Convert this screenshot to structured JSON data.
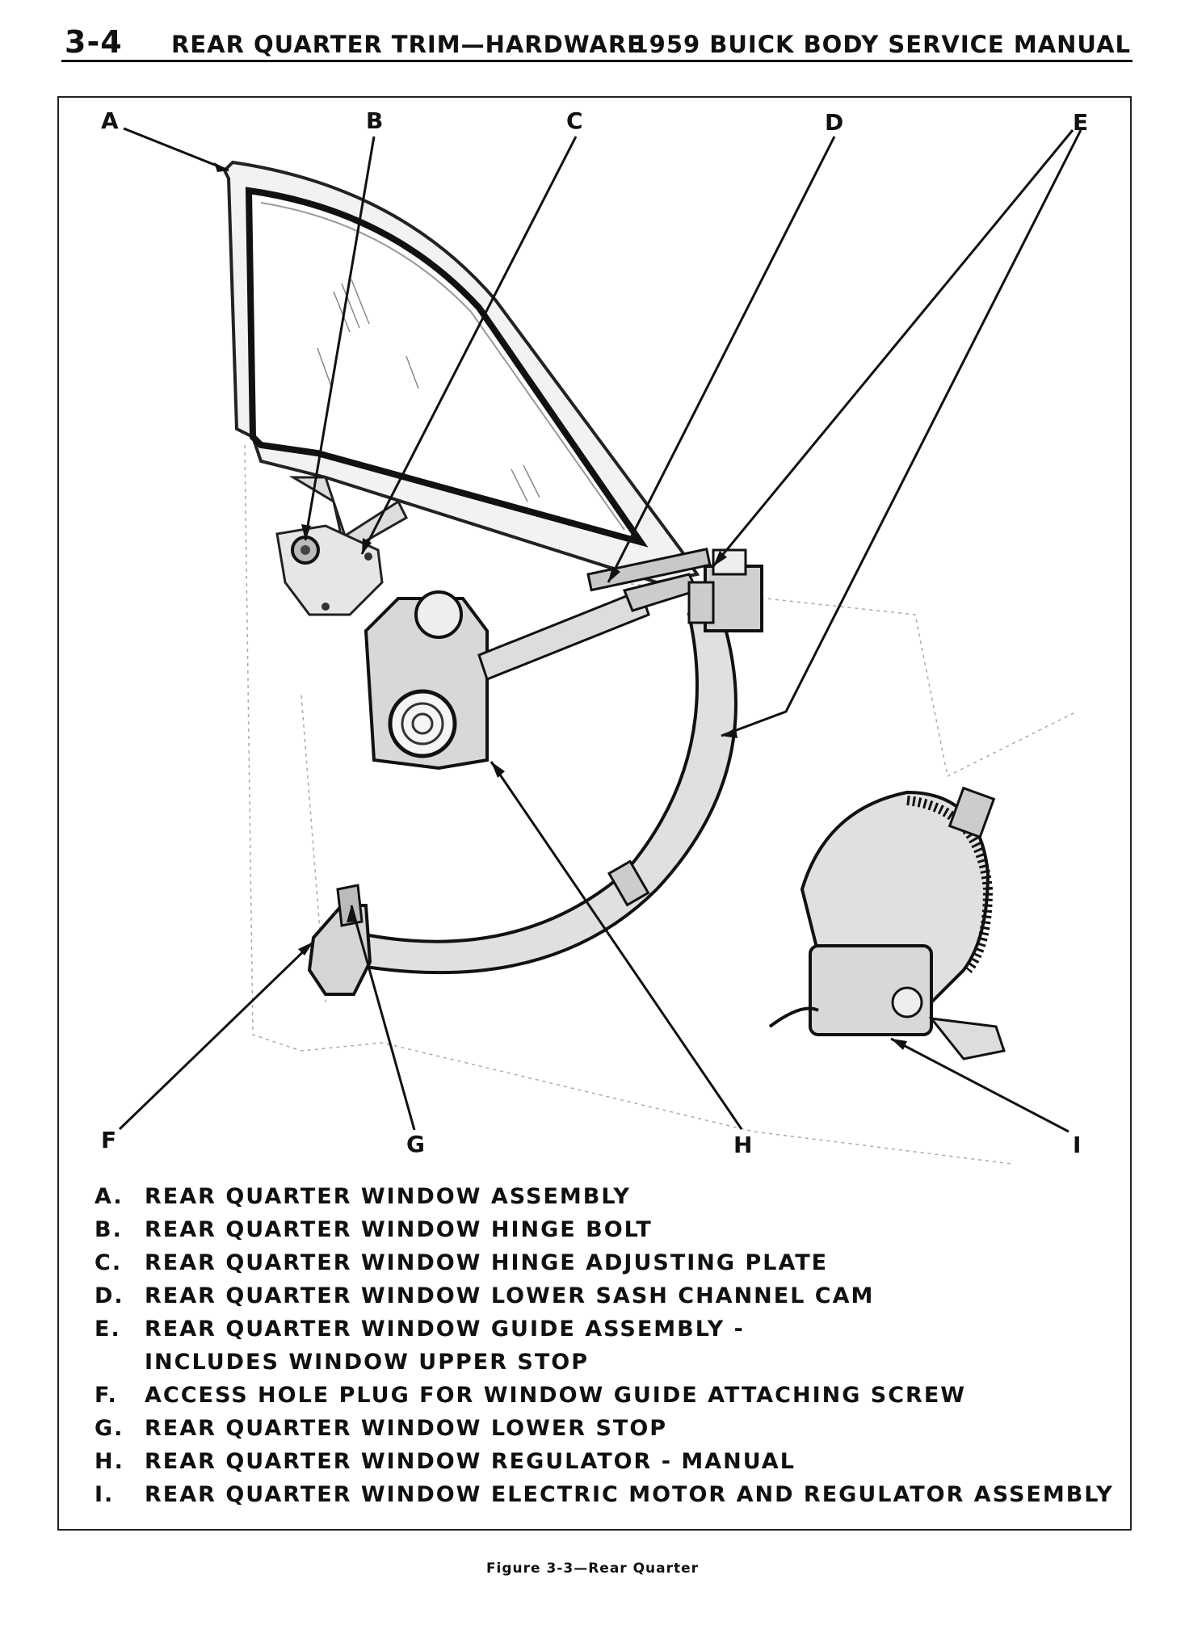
{
  "header": {
    "page_number": "3-4",
    "section_title": "REAR QUARTER TRIM—HARDWARE",
    "manual_title": "1959 BUICK BODY SERVICE MANUAL"
  },
  "figure": {
    "callouts": [
      "A",
      "B",
      "C",
      "D",
      "E",
      "F",
      "G",
      "H",
      "I"
    ],
    "legend": [
      {
        "key": "A.",
        "text": "REAR QUARTER WINDOW ASSEMBLY"
      },
      {
        "key": "B.",
        "text": "REAR QUARTER WINDOW HINGE BOLT"
      },
      {
        "key": "C.",
        "text": "REAR QUARTER WINDOW HINGE ADJUSTING PLATE"
      },
      {
        "key": "D.",
        "text": "REAR QUARTER WINDOW LOWER SASH CHANNEL CAM"
      },
      {
        "key": "E.",
        "text": "REAR QUARTER WINDOW GUIDE ASSEMBLY -"
      },
      {
        "key": "",
        "text": "INCLUDES WINDOW UPPER STOP"
      },
      {
        "key": "F.",
        "text": "ACCESS HOLE PLUG FOR WINDOW GUIDE ATTACHING SCREW"
      },
      {
        "key": "G.",
        "text": "REAR QUARTER WINDOW LOWER STOP"
      },
      {
        "key": "H.",
        "text": "REAR QUARTER WINDOW REGULATOR - MANUAL"
      },
      {
        "key": "I.",
        "text": "REAR QUARTER WINDOW ELECTRIC MOTOR AND REGULATOR ASSEMBLY"
      }
    ],
    "caption": "Figure 3-3—Rear Quarter"
  }
}
